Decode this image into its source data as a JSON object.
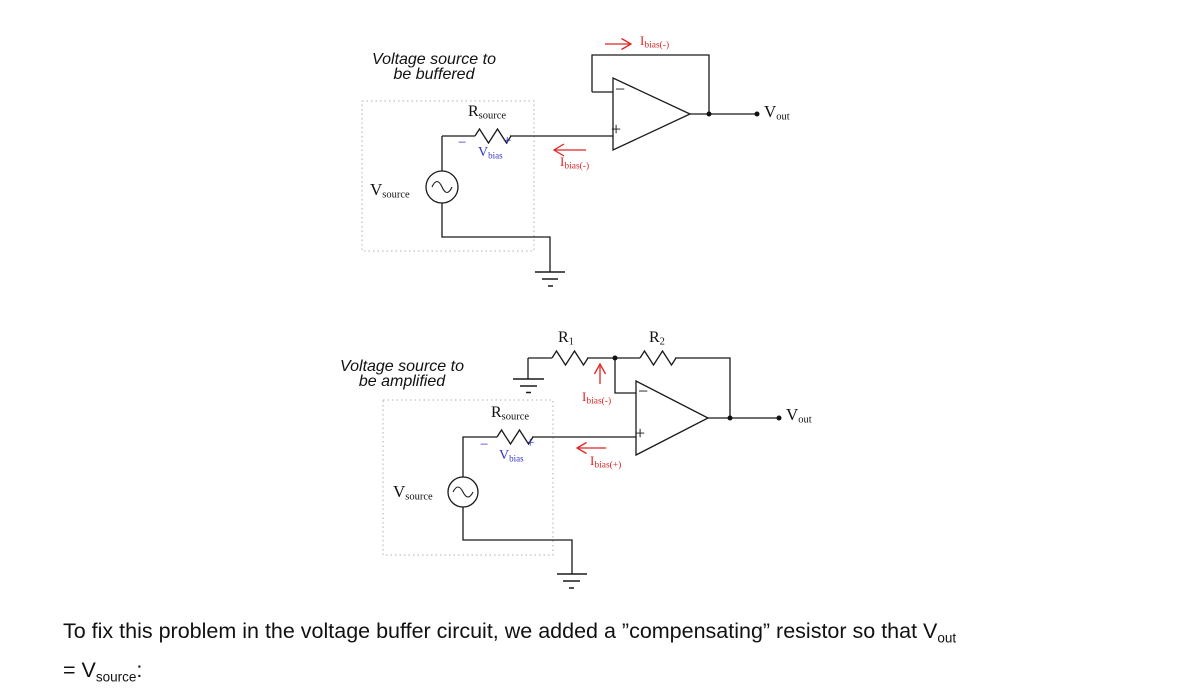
{
  "colors": {
    "wire": "#1a1a1a",
    "accent_red": "#e02424",
    "accent_blue": "#3535c8",
    "text": "#111111",
    "background": "#ffffff"
  },
  "buffer_circuit": {
    "title_line1": "Voltage source to",
    "title_line2": "be buffered",
    "r_source": {
      "base": "R",
      "sub": "source"
    },
    "v_bias": {
      "minus": "−",
      "base": "V",
      "sub": "bias",
      "plus": "+"
    },
    "v_source": {
      "base": "V",
      "sub": "source"
    },
    "opamp": {
      "inverting": "−",
      "noninverting": "+"
    },
    "v_out": {
      "base": "V",
      "sub": "out"
    },
    "i_bias_feedback": {
      "base": "I",
      "sub": "bias(-)"
    },
    "i_bias_input": {
      "base": "I",
      "sub": "bias(-)"
    }
  },
  "amplifier_circuit": {
    "title_line1": "Voltage source to",
    "title_line2": "be amplified",
    "r1": {
      "base": "R",
      "sub": "1"
    },
    "r2": {
      "base": "R",
      "sub": "2"
    },
    "r_source": {
      "base": "R",
      "sub": "source"
    },
    "v_bias": {
      "minus": "−",
      "base": "V",
      "sub": "bias",
      "plus": "+"
    },
    "v_source": {
      "base": "V",
      "sub": "source"
    },
    "opamp": {
      "inverting": "−",
      "noninverting": "+"
    },
    "v_out": {
      "base": "V",
      "sub": "out"
    },
    "i_bias_inverting": {
      "base": "I",
      "sub": "bias(-)"
    },
    "i_bias_noninverting": {
      "base": "I",
      "sub": "bias(+)"
    }
  },
  "caption": {
    "line1_text": "To fix this problem in the voltage buffer circuit, we added a ”compensating” resistor so that V",
    "line1_sub": "out",
    "line2_text": "= V",
    "line2_sub": "source",
    "line2_tail": ":"
  }
}
